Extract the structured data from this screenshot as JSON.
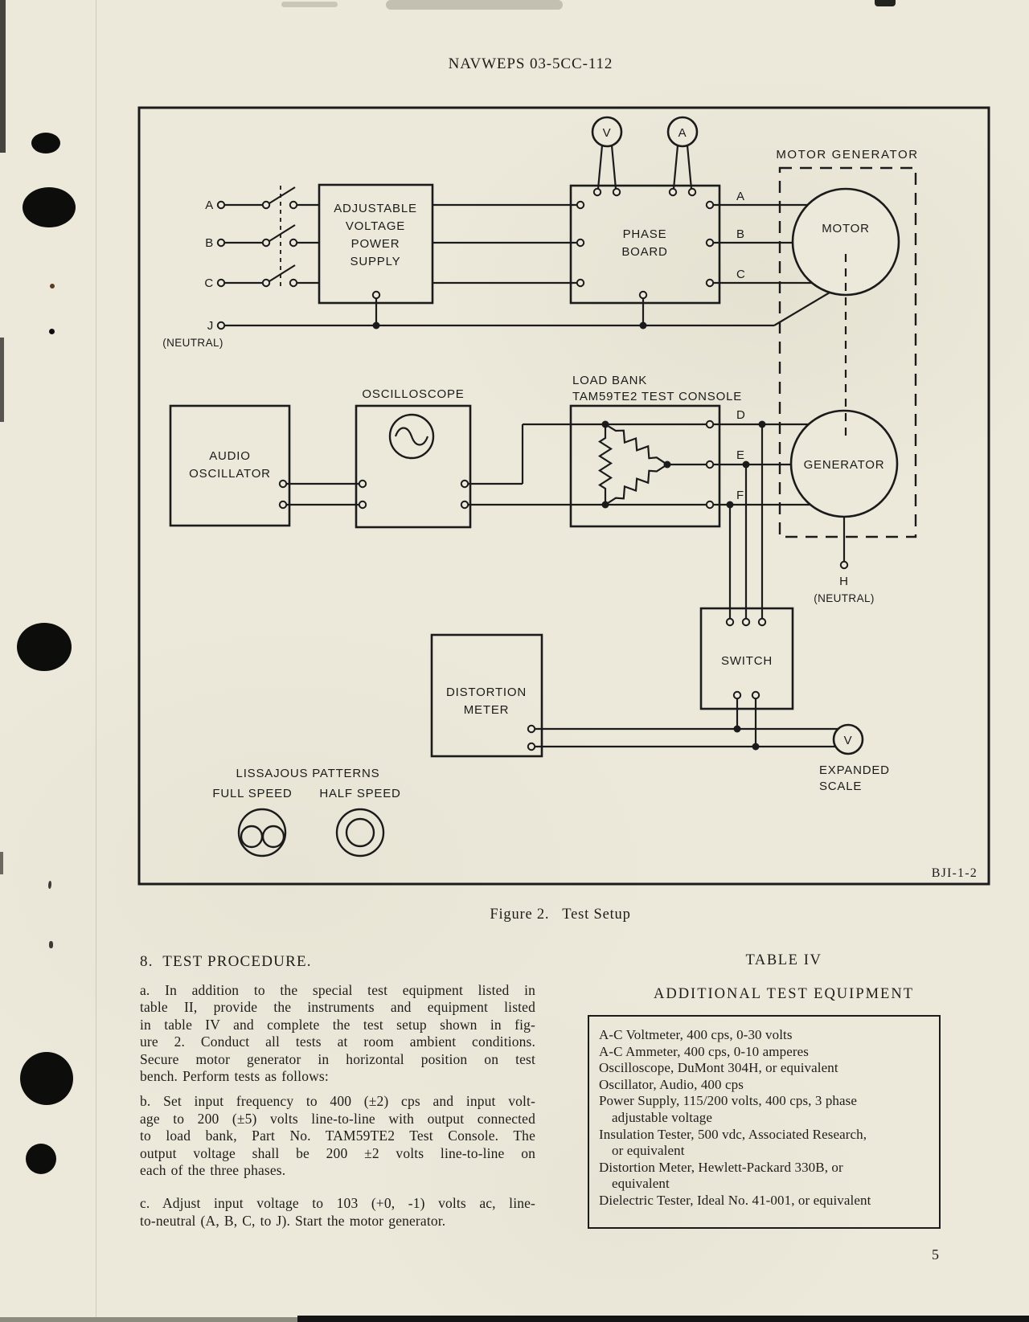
{
  "page": {
    "header": "NAVWEPS 03-5CC-112",
    "caption": "Figure 2.   Test Setup",
    "page_number": "5"
  },
  "colors": {
    "paper": "#ece9db",
    "ink": "#1b1b1b"
  },
  "diagram": {
    "motor_generator_label": "MOTOR GENERATOR",
    "motor": "MOTOR",
    "generator": "GENERATOR",
    "supply_lines": [
      "ADJUSTABLE",
      "VOLTAGE",
      "POWER",
      "SUPPLY"
    ],
    "phase_board_lines": [
      "PHASE",
      "BOARD"
    ],
    "load_bank_lines": [
      "LOAD BANK",
      "TAM59TE2 TEST CONSOLE"
    ],
    "oscilloscope": "OSCILLOSCOPE",
    "audio_lines": [
      "AUDIO",
      "OSCILLATOR"
    ],
    "distortion_lines": [
      "DISTORTION",
      "METER"
    ],
    "switch": "SWITCH",
    "expanded_lines": [
      "EXPANDED",
      "SCALE"
    ],
    "meter_v": "V",
    "meter_a": "A",
    "meter_v2": "V",
    "terminals": {
      "in_a": "A",
      "in_b": "B",
      "in_c": "C",
      "j": "J",
      "j_neutral": "(NEUTRAL)",
      "out_a": "A",
      "out_b": "B",
      "out_c": "C",
      "d": "D",
      "e": "E",
      "f": "F",
      "h": "H",
      "h_neutral": "(NEUTRAL)"
    },
    "lissajous": {
      "title": "LISSAJOUS PATTERNS",
      "full": "FULL SPEED",
      "half": "HALF SPEED"
    },
    "figure_id": "BJI-1-2"
  },
  "procedure": {
    "heading": "8.  TEST PROCEDURE.",
    "a_body": "a.  In addition to the special test equipment listed in\ntable II, provide the instruments and equipment listed\nin table IV and complete the test setup shown in fig-\nure 2.  Conduct all tests at room ambient conditions.\nSecure motor generator in horizontal position on test",
    "a_last": "bench.  Perform tests as follows:",
    "b_body": "b.  Set input frequency to 400 (±2) cps and input volt-\nage to 200 (±5) volts line-to-line with output connected\nto load bank, Part No. TAM59TE2 Test Console.  The\noutput voltage shall be 200 ±2 volts line-to-line on",
    "b_last": "each of the three phases.",
    "c_body": "c.  Adjust input voltage to 103 (+0, -1) volts ac,  line-",
    "c_last": "to-neutral (A, B, C, to J).  Start the motor generator."
  },
  "table": {
    "title": "TABLE IV",
    "subtitle": "ADDITIONAL TEST EQUIPMENT",
    "items": [
      "A-C Voltmeter,  400 cps,  0-30 volts",
      "A-C Ammeter,  400 cps,  0-10 amperes",
      "Oscilloscope,  DuMont 304H,  or equivalent",
      "Oscillator,  Audio,  400 cps",
      "Power Supply,  115/200 volts,  400 cps,  3 phase\nadjustable voltage",
      "Insulation Tester,  500 vdc,  Associated Research,\nor equivalent",
      "Distortion Meter,  Hewlett-Packard 330B,  or\nequivalent",
      "Dielectric Tester,  Ideal No.  41-001,  or equivalent"
    ]
  }
}
